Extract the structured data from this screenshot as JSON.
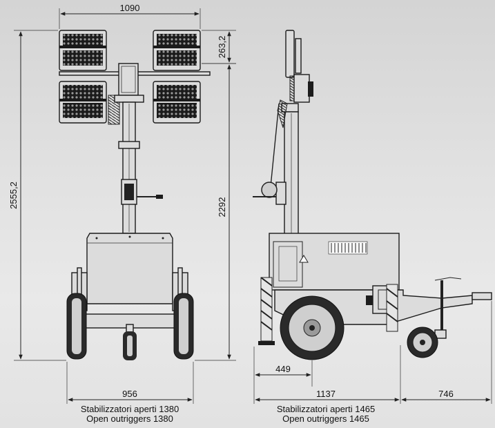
{
  "dimensions": {
    "top_width": "1090",
    "lamp_height": "263,2",
    "total_height": "2555,2",
    "mast_height": "2292",
    "front_width": "956",
    "wheel_offset": "449",
    "side_length": "1137",
    "drawbar_length": "746"
  },
  "captions": {
    "front_it": "Stabilizzatori aperti  1380",
    "front_en": "Open  outriggers 1380",
    "side_it": "Stabilizzatori aperti  1465",
    "side_en": "Open  outriggers 1465"
  }
}
